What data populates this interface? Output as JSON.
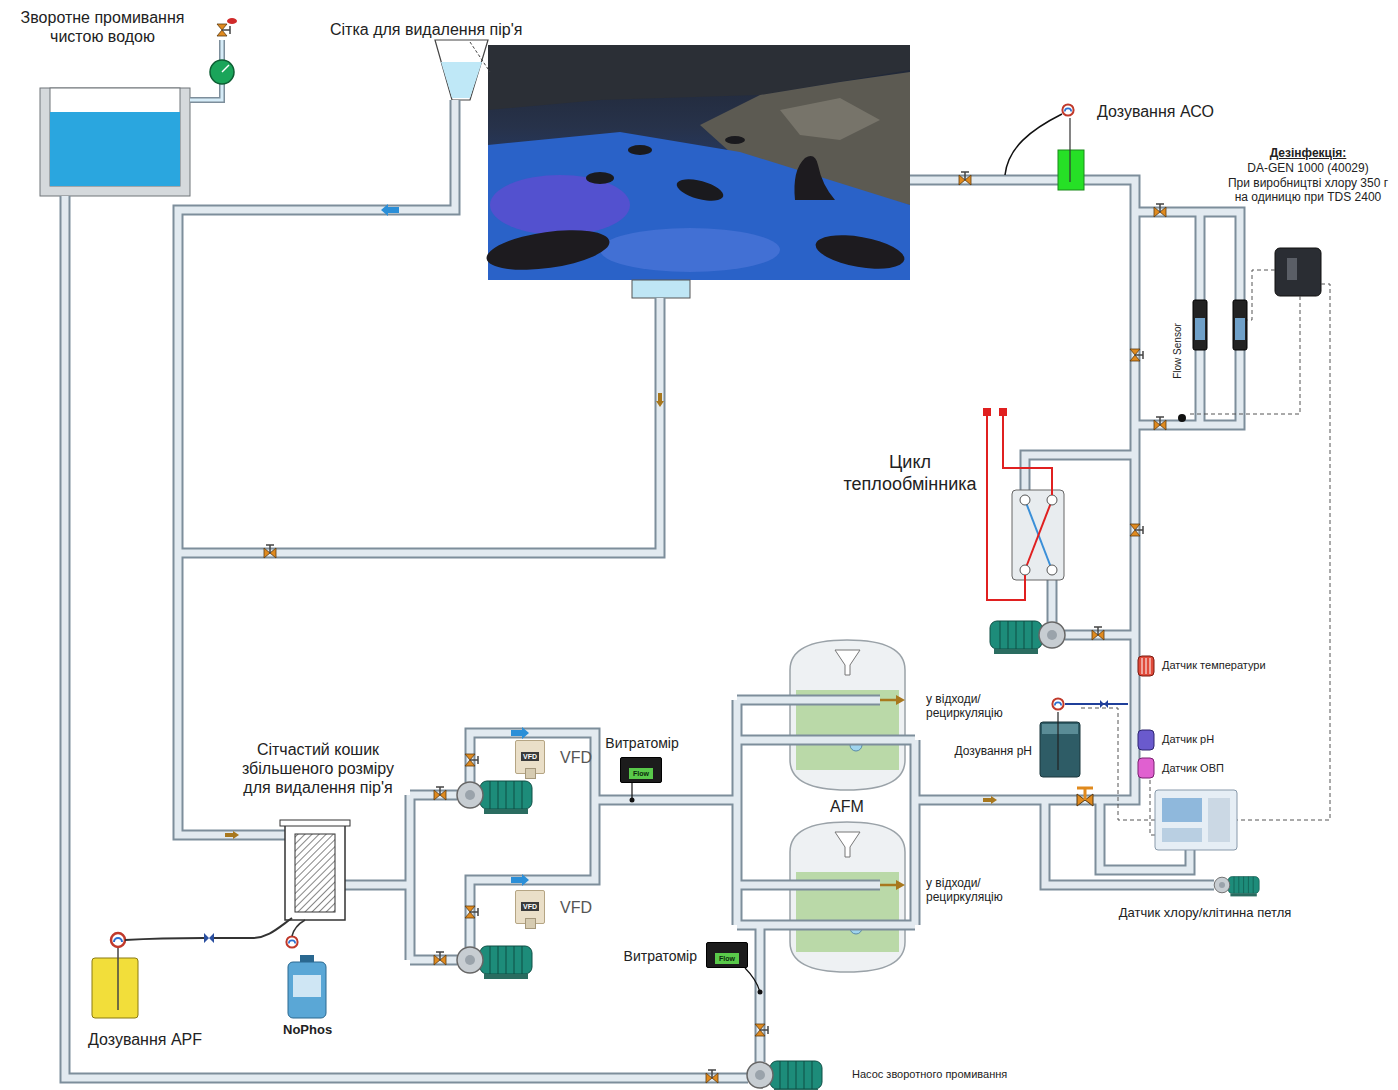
{
  "diagram": {
    "nodes": [
      {
        "text": [
          "VFD",
          "VFD"
        ]
      },
      {
        "text": [
          "Витратомір",
          "Flow"
        ]
      },
      {
        "text": [
          "VFD",
          "VFD"
        ]
      },
      {
        "text": [
          "Витратомір",
          "Flow"
        ]
      }
    ],
    "labels": [
      "Зворотне промивання чистою водою",
      "Сітка для видалення пір'я",
      "Дозування АСО",
      "Дезінфекція:",
      "DA-GEN 1000 (40029)",
      "При виробництві хлору 350 г на одиницю при TDS 2400",
      "Flow Sensor",
      "Цикл теплообмінника",
      "Датчик температури",
      "у відходи/ рециркуляцію",
      "Дозування pH",
      "Датчик pH",
      "Датчик ОВП",
      "AFM",
      "Сітчастий кошик збільшеного розміру для видалення пір'я",
      "у відходи/ рециркуляцію",
      "Датчик хлору/клітинна петля",
      "Дозування APF",
      "NoPhos",
      "Насос зворотного промивання"
    ]
  }
}
